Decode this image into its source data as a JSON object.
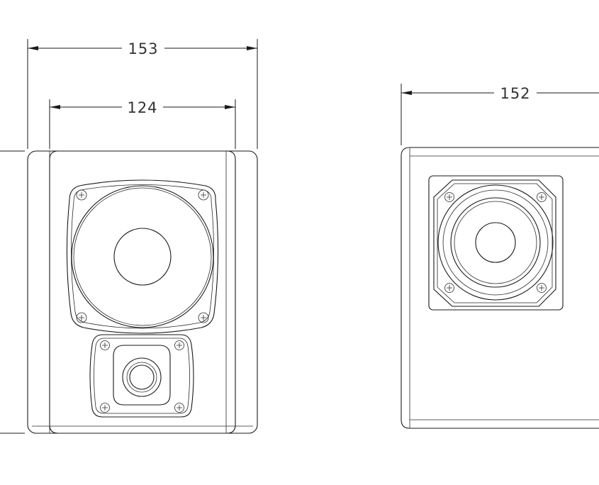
{
  "dimensions": {
    "front_outer_width": "153",
    "front_inner_width": "124",
    "side_width": "152"
  }
}
